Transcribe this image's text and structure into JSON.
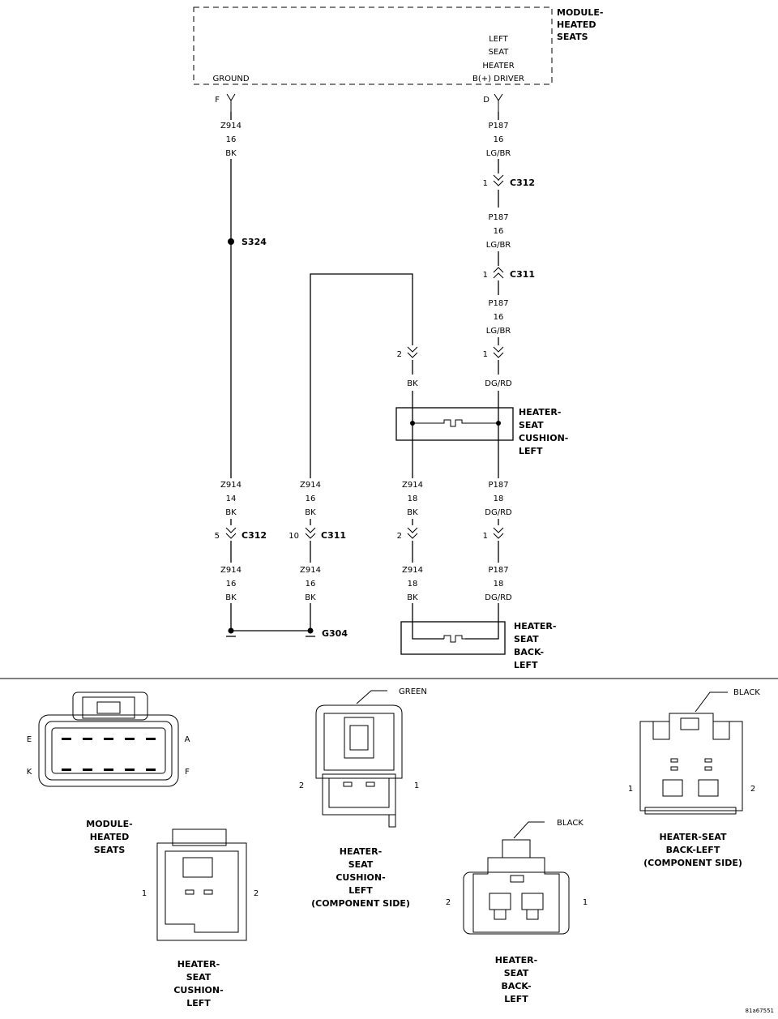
{
  "module": {
    "name_lines": [
      "MODULE-",
      "HEATED",
      "SEATS"
    ],
    "pin_ground_label": "GROUND",
    "pin_driver_lines": [
      "LEFT",
      "SEAT",
      "HEATER",
      "B(+) DRIVER"
    ],
    "pin_ground": "F",
    "pin_driver": "D"
  },
  "wires": {
    "ground_top": {
      "circuit": "Z914",
      "gauge": "16",
      "color": "BK"
    },
    "feed_1": {
      "circuit": "P187",
      "gauge": "16",
      "color": "LG/BR"
    },
    "feed_2": {
      "circuit": "P187",
      "gauge": "16",
      "color": "LG/BR"
    },
    "feed_3": {
      "circuit": "P187",
      "gauge": "16",
      "color": "LG/BR"
    },
    "cushion_gnd_color": "BK",
    "cushion_feed_color": "DG/RD",
    "l1_upper": {
      "circuit": "Z914",
      "gauge": "14",
      "color": "BK"
    },
    "l2_upper": {
      "circuit": "Z914",
      "gauge": "16",
      "color": "BK"
    },
    "l3_upper": {
      "circuit": "Z914",
      "gauge": "18",
      "color": "BK"
    },
    "l4_upper": {
      "circuit": "P187",
      "gauge": "18",
      "color": "DG/RD"
    },
    "l1_lower": {
      "circuit": "Z914",
      "gauge": "16",
      "color": "BK"
    },
    "l2_lower": {
      "circuit": "Z914",
      "gauge": "16",
      "color": "BK"
    },
    "l3_lower": {
      "circuit": "Z914",
      "gauge": "18",
      "color": "BK"
    },
    "l4_lower": {
      "circuit": "P187",
      "gauge": "18",
      "color": "DG/RD"
    }
  },
  "connectors": {
    "c312_top": {
      "name": "C312",
      "pin": "1"
    },
    "c311_top": {
      "name": "C311",
      "pin": "1"
    },
    "cushion_pin_gnd": "2",
    "cushion_pin_feed": "1",
    "c312_low": {
      "name": "C312",
      "pin": "5"
    },
    "c311_low": {
      "name": "C311",
      "pin": "10"
    },
    "back_pin_gnd": "2",
    "back_pin_feed": "1"
  },
  "splice": "S324",
  "ground": "G304",
  "components": {
    "cushion_lines": [
      "HEATER-",
      "SEAT",
      "CUSHION-",
      "LEFT"
    ],
    "back_lines": [
      "HEATER-",
      "SEAT",
      "BACK-",
      "LEFT"
    ]
  },
  "views": {
    "module": {
      "lines": [
        "MODULE-",
        "HEATED",
        "SEATS"
      ],
      "pin_e": "E",
      "pin_a": "A",
      "pin_k": "K",
      "pin_f": "F"
    },
    "cushion_harness": {
      "lines": [
        "HEATER-",
        "SEAT",
        "CUSHION-",
        "LEFT"
      ],
      "pin_left": "1",
      "pin_right": "2"
    },
    "cushion_component": {
      "lines": [
        "HEATER-",
        "SEAT",
        "CUSHION-",
        "LEFT",
        "(COMPONENT SIDE)"
      ],
      "color": "GREEN",
      "pin_left": "2",
      "pin_right": "1"
    },
    "back_harness": {
      "lines": [
        "HEATER-",
        "SEAT",
        "BACK-",
        "LEFT"
      ],
      "color": "BLACK",
      "pin_left": "2",
      "pin_right": "1"
    },
    "back_component": {
      "lines": [
        "HEATER-SEAT",
        "BACK-LEFT",
        "(COMPONENT SIDE)"
      ],
      "color": "BLACK",
      "pin_left": "1",
      "pin_right": "2"
    }
  },
  "figure_code": "81a67551"
}
